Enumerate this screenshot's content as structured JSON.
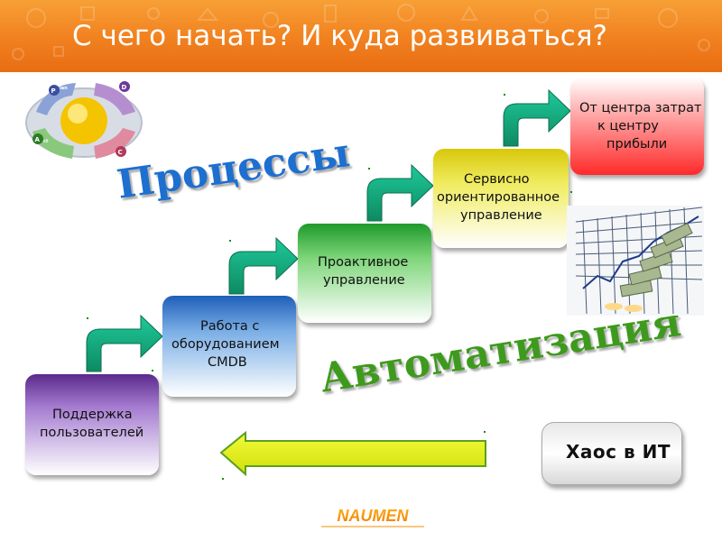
{
  "slide": {
    "title": "С чего начать? И куда развиваться?"
  },
  "pdca": {
    "labels": [
      "Plan",
      "Do",
      "Check",
      "Act"
    ]
  },
  "steps": [
    {
      "id": "support",
      "lines": [
        "Поддержка",
        "пользователей"
      ]
    },
    {
      "id": "cmdb",
      "lines": [
        "Работа с",
        "оборудованием",
        "CMDB"
      ]
    },
    {
      "id": "proactive",
      "lines": [
        "Проактивное",
        "управление"
      ]
    },
    {
      "id": "service",
      "lines": [
        "Сервисно",
        "ориентированное",
        "управление"
      ]
    },
    {
      "id": "profit",
      "lines": [
        "От центра затрат",
        "к центру",
        "прибыли"
      ]
    }
  ],
  "chaos": {
    "label": "Хаос в ИТ"
  },
  "wordart": {
    "processes": "Процессы",
    "automation": "Автоматизация"
  },
  "logo": {
    "text": "NAUMEN"
  },
  "colors": {
    "header": "#f1801f",
    "support": "#5b2a8c",
    "cmdb": "#1e5fb8",
    "proactive": "#1f9a2a",
    "service": "#d8c80a",
    "profit": "#ff2a2a",
    "step_arrow": "#1aa37a",
    "big_arrow": "#e6f20f"
  }
}
